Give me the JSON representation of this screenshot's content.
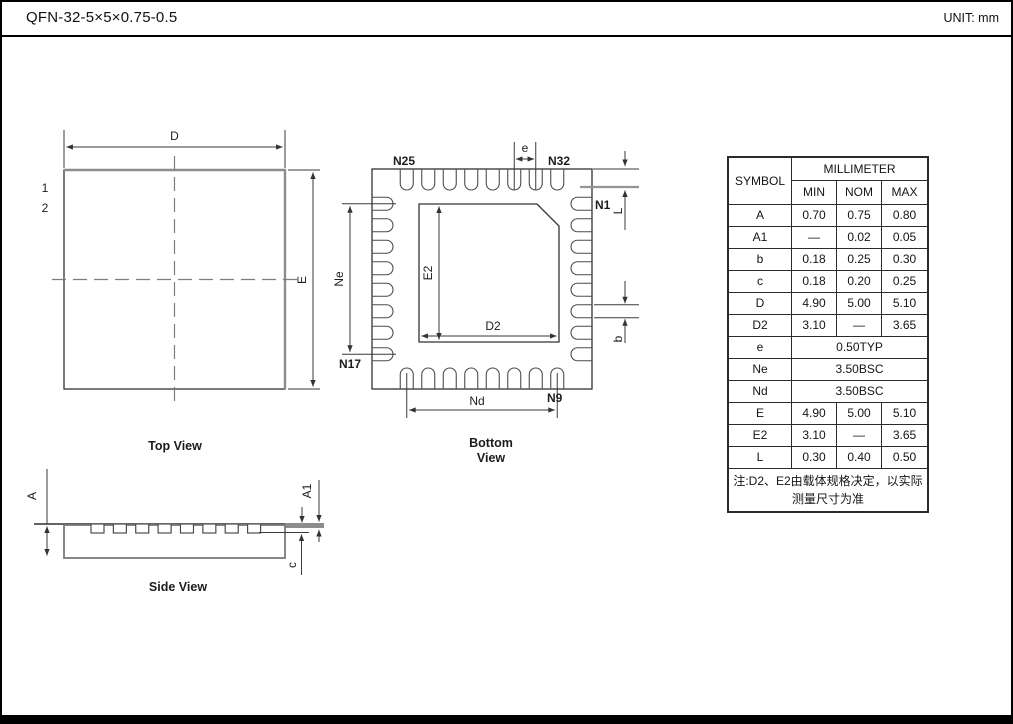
{
  "header": {
    "title": "QFN-32-5×5×0.75-0.5",
    "unit_label": "UNIT: mm"
  },
  "top_view": {
    "caption": "Top View",
    "labels": {
      "d": "D",
      "e": "E",
      "pin1": "1",
      "pin2": "2"
    }
  },
  "bottom_view": {
    "caption_line1": "Bottom",
    "caption_line2": "View",
    "labels": {
      "e2": "E2",
      "d2": "D2",
      "pitch": "e",
      "ne": "Ne",
      "nd": "Nd",
      "lead_l": "L",
      "lead_b": "b",
      "n1": "N1",
      "n9": "N9",
      "n17": "N17",
      "n25": "N25",
      "n32": "N32"
    }
  },
  "side_view": {
    "caption": "Side View",
    "labels": {
      "a": "A",
      "a1": "A1",
      "c": "c"
    }
  },
  "table": {
    "symbol_header": "SYMBOL",
    "unit_header": "MILLIMETER",
    "col_headers": [
      "MIN",
      "NOM",
      "MAX"
    ],
    "rows": [
      {
        "symbol": "A",
        "min": "0.70",
        "nom": "0.75",
        "max": "0.80"
      },
      {
        "symbol": "A1",
        "min": "—",
        "nom": "0.02",
        "max": "0.05"
      },
      {
        "symbol": "b",
        "min": "0.18",
        "nom": "0.25",
        "max": "0.30"
      },
      {
        "symbol": "c",
        "min": "0.18",
        "nom": "0.20",
        "max": "0.25"
      },
      {
        "symbol": "D",
        "min": "4.90",
        "nom": "5.00",
        "max": "5.10"
      },
      {
        "symbol": "D2",
        "min": "3.10",
        "nom": "—",
        "max": "3.65"
      },
      {
        "symbol": "e",
        "span": "0.50TYP"
      },
      {
        "symbol": "Ne",
        "span": "3.50BSC"
      },
      {
        "symbol": "Nd",
        "span": "3.50BSC"
      },
      {
        "symbol": "E",
        "min": "4.90",
        "nom": "5.00",
        "max": "5.10"
      },
      {
        "symbol": "E2",
        "min": "3.10",
        "nom": "—",
        "max": "3.65"
      },
      {
        "symbol": "L",
        "min": "0.30",
        "nom": "0.40",
        "max": "0.50"
      }
    ],
    "note": "注:D2、E2由载体规格决定，以实际测量尺寸为准"
  },
  "colors": {
    "line": "#333333",
    "gray_line": "#8d8d8d",
    "background": "#ffffff"
  }
}
